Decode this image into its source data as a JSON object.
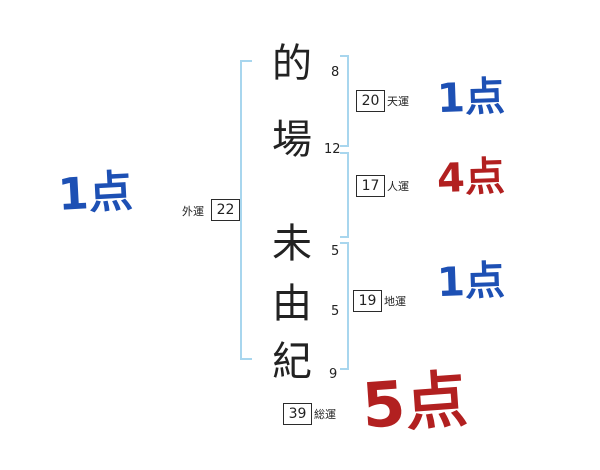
{
  "chart": {
    "characters": [
      {
        "char": "的",
        "strokes": "8"
      },
      {
        "char": "場",
        "strokes": "12"
      },
      {
        "char": "未",
        "strokes": "5"
      },
      {
        "char": "由",
        "strokes": "5"
      },
      {
        "char": "紀",
        "strokes": "9"
      }
    ],
    "fortunes": [
      {
        "id": "ten",
        "label": "天運",
        "value": "20",
        "score": "1点",
        "score_color": "blue"
      },
      {
        "id": "jin",
        "label": "人運",
        "value": "17",
        "score": "4点",
        "score_color": "red"
      },
      {
        "id": "chi",
        "label": "地運",
        "value": "19",
        "score": "1点",
        "score_color": "blue"
      },
      {
        "id": "gai",
        "label": "外運",
        "value": "22",
        "score": "1点",
        "score_color": "blue"
      },
      {
        "id": "sou",
        "label": "総運",
        "value": "39",
        "score": "5点",
        "score_color": "red"
      }
    ],
    "colors": {
      "score_blue": "#1d50b4",
      "score_red": "#b22020",
      "bracket_blue": "#a8d6ee",
      "ink": "#222222"
    }
  }
}
